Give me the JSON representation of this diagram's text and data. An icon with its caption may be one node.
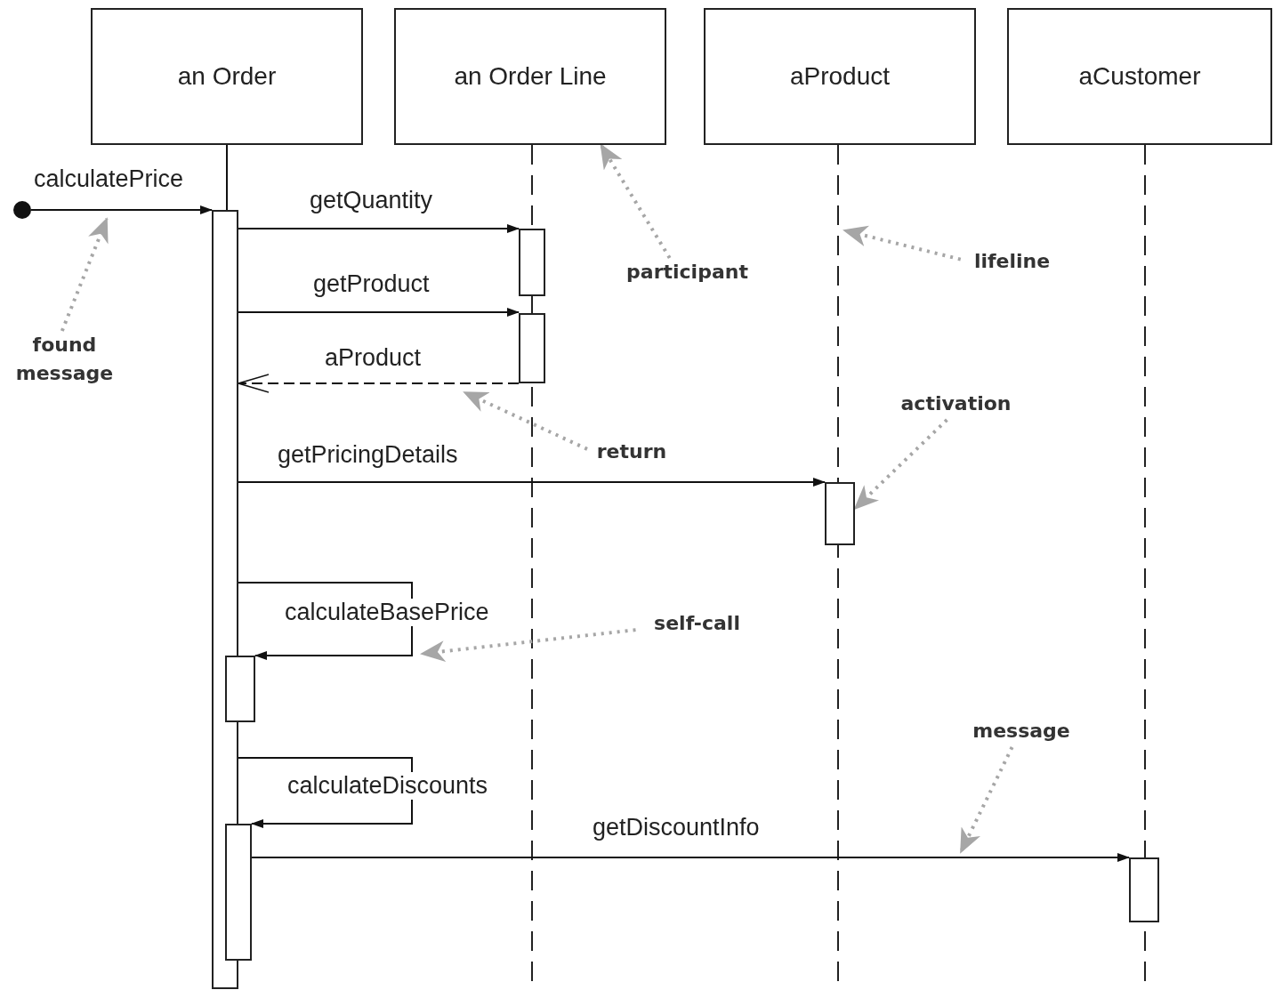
{
  "diagram": {
    "nodes": [
      {
        "text": [
          "an Order"
        ]
      },
      {
        "text": [
          "an Order Line"
        ]
      },
      {
        "text": [
          "aProduct"
        ]
      },
      {
        "text": [
          "aCustomer"
        ]
      },
      {
        "text": [],
        "shape": "circle"
      },
      {
        "text": [],
        "shape": "box"
      },
      {
        "text": [],
        "shape": "box"
      },
      {
        "text": [],
        "shape": "box"
      },
      {
        "text": [],
        "shape": "box"
      },
      {
        "text": [],
        "shape": "box"
      },
      {
        "text": [],
        "shape": "box"
      },
      {
        "text": [],
        "shape": "box"
      },
      {
        "text": [
          "found message"
        ]
      },
      {
        "text": [
          "participant"
        ]
      },
      {
        "text": [
          "lifeline"
        ]
      },
      {
        "text": [
          "return"
        ]
      },
      {
        "text": [
          "activation"
        ]
      },
      {
        "text": [
          "self-call"
        ]
      },
      {
        "text": [
          "message"
        ]
      }
    ],
    "edges": [
      {
        "from": 4,
        "to": 5,
        "arrow": "to",
        "label": "calculatePrice"
      },
      {
        "from": 5,
        "to": 6,
        "arrow": "to",
        "label": "getQuantity"
      },
      {
        "from": 5,
        "to": 7,
        "arrow": "to",
        "label": "getProduct"
      },
      {
        "from": 7,
        "to": 5,
        "arrow": "to",
        "label": "aProduct",
        "style": "dashed"
      },
      {
        "from": 5,
        "to": 8,
        "arrow": "to",
        "label": "getPricingDetails"
      },
      {
        "from": 5,
        "to": 9,
        "arrow": "to",
        "label": "calculateBasePrice"
      },
      {
        "from": 5,
        "to": 10,
        "arrow": "to",
        "label": "calculateDiscounts"
      },
      {
        "from": 10,
        "to": 11,
        "arrow": "to",
        "label": "getDiscountInfo"
      },
      {
        "from": 12,
        "to": null,
        "arrow": "to",
        "style": "dashed",
        "color": "#a6a6a6"
      },
      {
        "from": 13,
        "to": 1,
        "arrow": "to",
        "style": "dashed",
        "color": "#a6a6a6"
      },
      {
        "from": 14,
        "to": null,
        "arrow": "to",
        "style": "dashed",
        "color": "#a6a6a6"
      },
      {
        "from": 15,
        "to": null,
        "arrow": "to",
        "style": "dashed",
        "color": "#a6a6a6"
      },
      {
        "from": 16,
        "to": 8,
        "arrow": "to",
        "style": "dashed",
        "color": "#a6a6a6"
      },
      {
        "from": 17,
        "to": null,
        "arrow": "to",
        "style": "dashed",
        "color": "#a6a6a6"
      },
      {
        "from": 18,
        "to": null,
        "arrow": "to",
        "style": "dashed",
        "color": "#a6a6a6"
      },
      {
        "from": 0,
        "to": 5,
        "arrow": "none"
      }
    ]
  }
}
